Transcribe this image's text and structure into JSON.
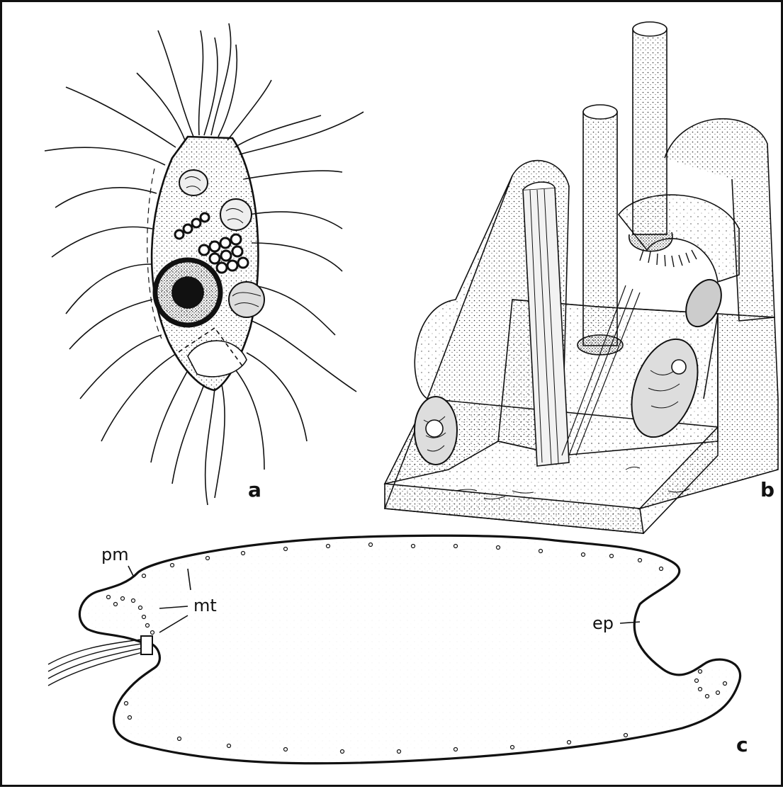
{
  "panels": {
    "a": {
      "letter": "a"
    },
    "b": {
      "letter": "b"
    },
    "c": {
      "letter": "c"
    }
  },
  "labels": {
    "pm": "pm",
    "mt": "mt",
    "ep": "ep"
  },
  "colors": {
    "ink": "#111111",
    "paper": "#ffffff",
    "stipple": "#9a9a9a"
  }
}
